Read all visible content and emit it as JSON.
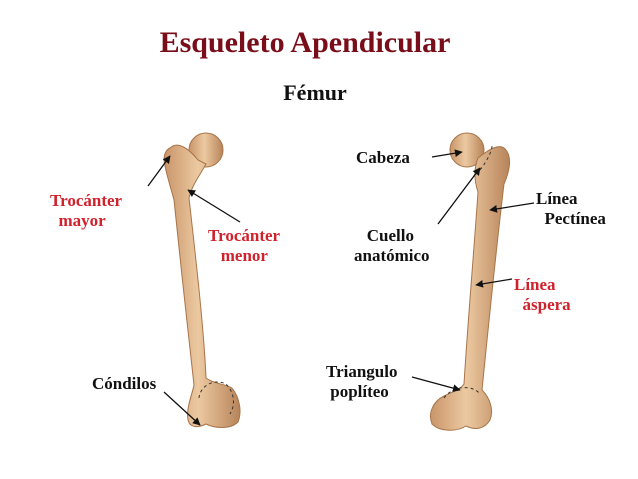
{
  "title": "Esqueleto Apendicular",
  "subtitle": "Fémur",
  "labels": {
    "trocanter_mayor": "Trocánter\n  mayor",
    "trocanter_menor": "Trocánter\n   menor",
    "condilos": "Cóndilos",
    "cabeza": "Cabeza",
    "cuello": "   Cuello\nanatómico",
    "linea_pectinea": "Línea\n  Pectínea",
    "linea_aspera": "Línea\n  áspera",
    "triangulo_popliteo": "Triangulo\n poplíteo"
  },
  "colors": {
    "title": "#7a0d1a",
    "highlight": "#d0222d",
    "bone": "#e2b98f",
    "bone_shadow": "#b07c4f"
  }
}
